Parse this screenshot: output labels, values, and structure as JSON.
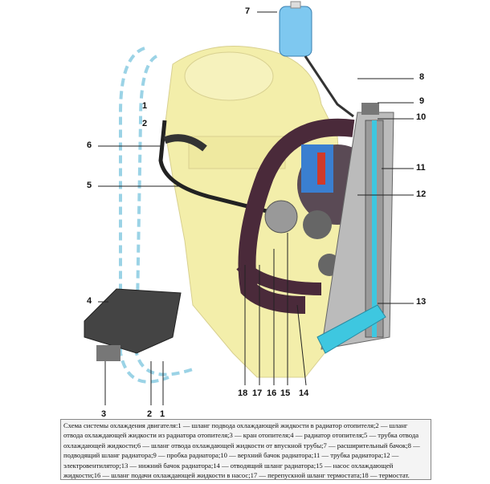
{
  "labels": {
    "l1a": "1",
    "l2a": "2",
    "l6": "6",
    "l5": "5",
    "l4": "4",
    "l7": "7",
    "l8": "8",
    "l9": "9",
    "l10": "10",
    "l11": "11",
    "l12": "12",
    "l13": "13",
    "l18": "18",
    "l17": "17",
    "l16": "16",
    "l15": "15",
    "l14": "14",
    "l3": "3",
    "l2b": "2",
    "l1b": "1"
  },
  "caption": "Схема системы охлаждения двигателя:1 — шланг подвода охлаждающей жидкости в радиатор отопителя;2 — шланг отвода охлаждающей жидкости из радиатора отопителя;3 — кран отопителя;4 — радиатор отопителя;5 — трубка отвода охлаждающей жидкости;6 — шланг отвода охлаждающей жидкости от впускной трубы;7 — расширительный бачок;8 — подводящий шланг радиатора;9 — пробка радиатора;10 — верхний бачок радиатора;11 — трубка радиатора;12 — электровентилятор;13 — нижний бачок радиатора;14 — отводящий шланг радиатора;15 — насос охлаждающей жидкости;16 — шланг подачи охлаждающей жидкости в насос;17 — перепускной шланг термостата;18 — термостат.",
  "colors": {
    "engine": "#f3eeaa",
    "hose": "#4a2a3a",
    "coolant": "#3ec7e0",
    "radiator": "#8a8a8a"
  }
}
